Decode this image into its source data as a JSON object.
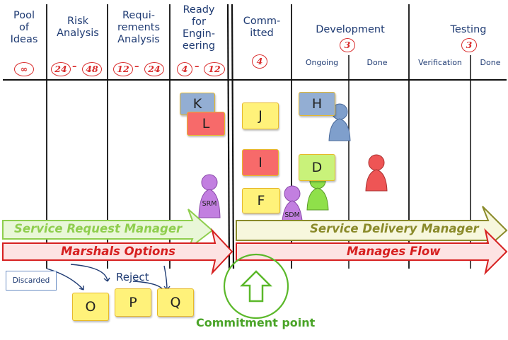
{
  "columns": {
    "pool": "Pool\nof\nIdeas",
    "risk": "Risk\nAnalysis",
    "requirements": "Requi-\nrements\nAnalysis",
    "ready": "Ready\nfor\nEngin-\neering",
    "committed": "Comm-\nitted",
    "development": "Development",
    "testing": "Testing"
  },
  "subcolumns": {
    "ongoing": "Ongoing",
    "done": "Done",
    "verification": "Verification",
    "testing_done": "Done"
  },
  "wip_limits": {
    "pool": "∞",
    "risk_min": "24",
    "risk_max": "48",
    "req_min": "12",
    "req_max": "24",
    "ready_min": "4",
    "ready_max": "12",
    "committed": "4",
    "development": "3",
    "testing": "3"
  },
  "cards": {
    "K": "K",
    "L": "L",
    "J": "J",
    "H": "H",
    "I": "I",
    "D": "D",
    "F": "F",
    "O": "O",
    "P": "P",
    "Q": "Q"
  },
  "pawns": {
    "srm": "SRM",
    "sdm": "SDM"
  },
  "arrows": {
    "service_request_manager": "Service Request Manager",
    "service_delivery_manager": "Service Delivery Manager",
    "marshals_options": "Marshals Options",
    "manages_flow": "Manages Flow"
  },
  "labels": {
    "discarded": "Discarded",
    "reject": "Reject",
    "commitment_point": "Commitment point"
  },
  "colors": {
    "header_blue": "#1f3b73",
    "wip_red": "#d92b2b",
    "arrow_green": "#8fce4e",
    "arrow_olive": "#8a8a2a",
    "arrow_red": "#d62020",
    "card_yellow": "#fff27a",
    "card_red": "#f76a6a",
    "card_blue": "#93aed3",
    "card_green": "#c9f27a",
    "pawn_purple": "#c27fe0",
    "pawn_blue": "#7f9fcc",
    "pawn_green": "#8fe04a",
    "pawn_red": "#ee5555",
    "commit_green": "#5bb82a"
  }
}
